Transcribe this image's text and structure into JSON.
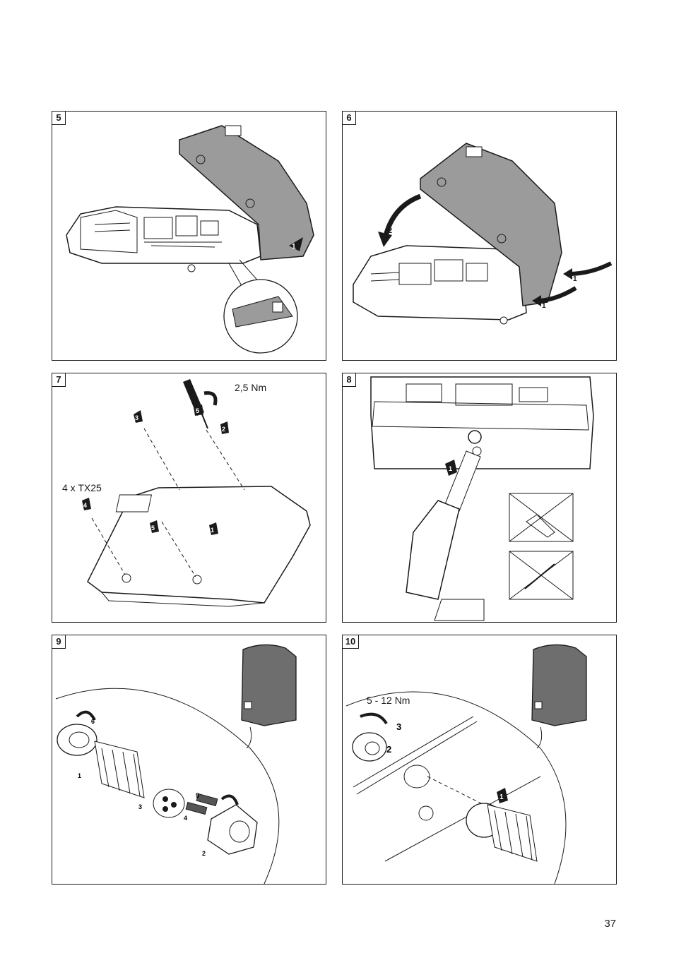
{
  "page_number": "37",
  "panels": [
    {
      "step": "5"
    },
    {
      "step": "6"
    },
    {
      "step": "7",
      "torque": "2,5 Nm",
      "screws": "4 x TX25"
    },
    {
      "step": "8"
    },
    {
      "step": "9"
    },
    {
      "step": "10",
      "torque": "5 - 12 Nm"
    }
  ],
  "markers": {
    "p5": [
      "1"
    ],
    "p6": [
      "2",
      "1",
      "1"
    ],
    "p7": [
      "3",
      "5",
      "2",
      "4",
      "5",
      "1"
    ],
    "p8": [
      "1"
    ],
    "p9": [
      "6",
      "1",
      "3",
      "5",
      "4",
      "2"
    ],
    "p10": [
      "3",
      "2",
      "1"
    ]
  },
  "colors": {
    "line": "#1a1a1a",
    "cover": "#9b9b9b",
    "cover_dark": "#7d7d7d",
    "inverter": "#6e6e6e"
  }
}
